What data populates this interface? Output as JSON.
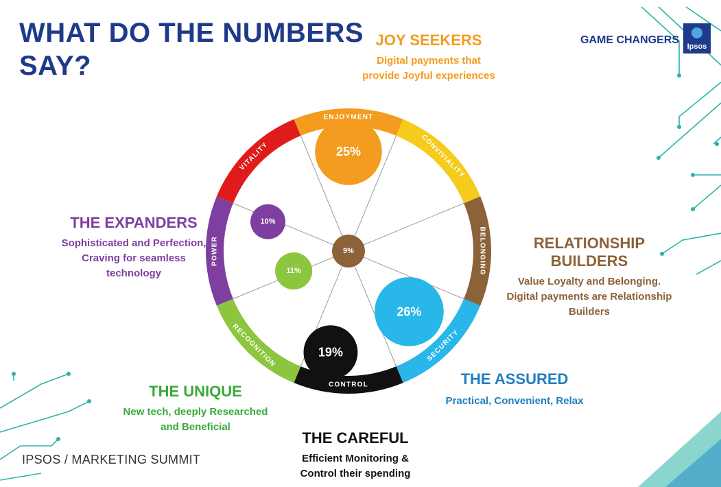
{
  "title": {
    "line1": "WHAT DO THE NUMBERS",
    "line2": "SAY?"
  },
  "brand": {
    "game_changers": "GAME CHANGERS",
    "logo_text": "Ipsos",
    "summit": "IPSOS / MARKETING SUMMIT"
  },
  "wheel": {
    "rim": [
      {
        "name": "ENJOYMENT",
        "color": "#f39c1f"
      },
      {
        "name": "CONVIVIALITY",
        "color": "#f5cb1c"
      },
      {
        "name": "BELONGING",
        "color": "#8c6239"
      },
      {
        "name": "SECURITY",
        "color": "#29b6e8"
      },
      {
        "name": "CONTROL",
        "color": "#111111"
      },
      {
        "name": "RECOGNITION",
        "color": "#8cc63f"
      },
      {
        "name": "POWER",
        "color": "#7e3fa0"
      },
      {
        "name": "VITALITY",
        "color": "#e01b1b"
      }
    ],
    "bubbles": [
      {
        "label": "25%",
        "value": 25,
        "color": "#f39c1f"
      },
      {
        "label": "26%",
        "value": 26,
        "color": "#29b6e8"
      },
      {
        "label": "19%",
        "value": 19,
        "color": "#111111"
      },
      {
        "label": "11%",
        "value": 11,
        "color": "#8cc63f"
      },
      {
        "label": "10%",
        "value": 10,
        "color": "#7e3fa0"
      },
      {
        "label": "9%",
        "value": 9,
        "color": "#8c6239"
      }
    ]
  },
  "segments": {
    "joy": {
      "head": "JOY SEEKERS",
      "line1": "Digital payments that",
      "line2": "provide Joyful experiences",
      "color": "#f39c1f"
    },
    "relationship": {
      "head": "RELATIONSHIP BUILDERS",
      "line1": "Value Loyalty and Belonging.",
      "line2": "Digital payments are Relationship",
      "line3": "Builders",
      "color": "#8c6239"
    },
    "assured": {
      "head": "THE ASSURED",
      "line1": "Practical, Convenient, Relax",
      "color": "#1e7fc2"
    },
    "careful": {
      "head": "THE CAREFUL",
      "line1": "Efficient Monitoring &",
      "line2": "Control their spending",
      "color": "#111111"
    },
    "unique": {
      "head": "THE UNIQUE",
      "line1": "New tech, deeply Researched",
      "line2": "and Beneficial",
      "color": "#3aa93a"
    },
    "expanders": {
      "head": "THE EXPANDERS",
      "line1": "Sophisticated and Perfection,",
      "line2": "Craving for seamless",
      "line3": "technology",
      "color": "#7e3fa0"
    }
  }
}
